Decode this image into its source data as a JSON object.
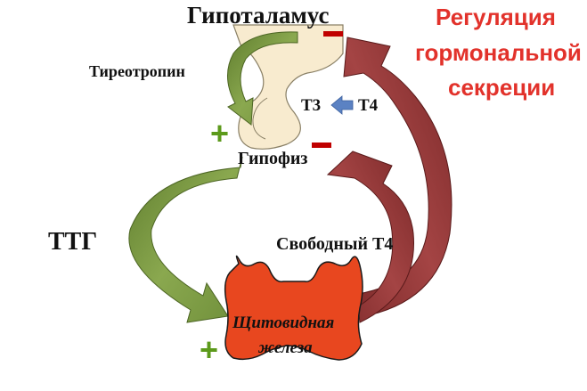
{
  "labels": {
    "hypothalamus": "Гипоталамус",
    "thyrotropin": "Тиреотропин",
    "t3": "Т3",
    "t4": "Т4",
    "pituitary": "Гипофиз",
    "ttg": "ТТГ",
    "free_t4": "Свободный Т4",
    "gland_line1": "Щитовидная",
    "gland_line2": "железа",
    "regulation_line1": "Регуляция",
    "regulation_line2": "гормональной",
    "regulation_line3": "секреции"
  },
  "signs": {
    "plus": "+",
    "minus": "−"
  },
  "colors": {
    "stimulation_arrow": "#6f8f3a",
    "inhibition_arrow": "#8c3030",
    "gland": "#e8471f",
    "brain_tissue": "#f8ebcf",
    "plus_sign": "#5c9a1b",
    "minus_sign": "#c00000",
    "title_red": "#e2322b",
    "conversion_arrow": "#5b82c3"
  }
}
